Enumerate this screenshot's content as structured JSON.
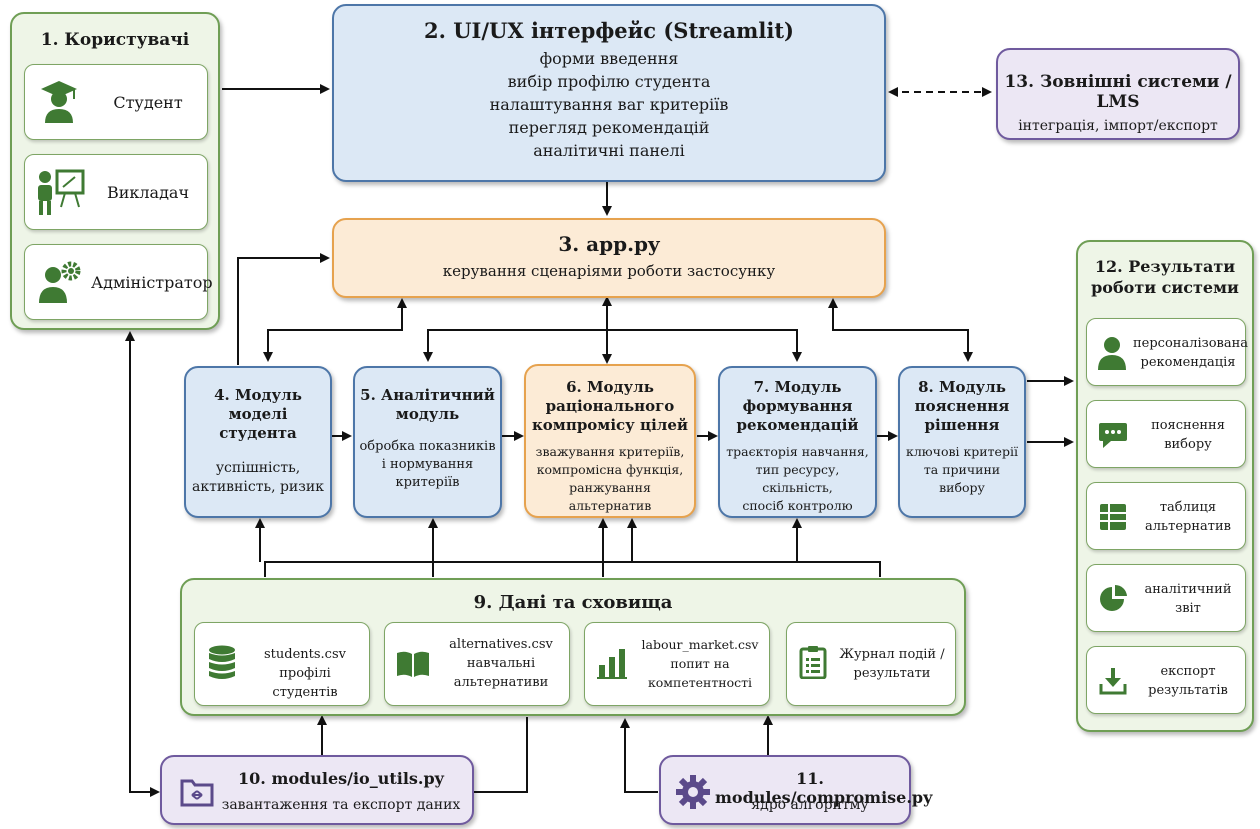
{
  "colors": {
    "green_fill": "#eef5e7",
    "green_border": "#6f9e55",
    "blue_fill": "#dce8f5",
    "blue_border": "#4d76a8",
    "orange_fill": "#fcebd6",
    "orange_border": "#e6a24e",
    "purple_fill": "#ece7f4",
    "purple_border": "#6f5a9e",
    "icon_green": "#3f7a33",
    "icon_dark": "#4a4a5a",
    "icon_purple": "#5b4a8a"
  },
  "users": {
    "title": "1. Користувачі",
    "items": [
      {
        "label": "Студент",
        "icon": "student-icon"
      },
      {
        "label": "Викладач",
        "icon": "teacher-icon"
      },
      {
        "label": "Адміністратор",
        "icon": "admin-icon"
      }
    ]
  },
  "ui": {
    "title": "2. UI/UX інтерфейс (Streamlit)",
    "lines": [
      "форми введення",
      "вибір профілю студента",
      "налаштування ваг критеріїв",
      "перегляд рекомендацій",
      "аналітичні панелі"
    ]
  },
  "external": {
    "title": "13. Зовнішні системи / LMS",
    "subtitle": "інтеграція, імпорт/експорт"
  },
  "app": {
    "title": "3. app.py",
    "subtitle": "керування сценаріями роботи застосунку"
  },
  "modules": [
    {
      "title_lines": [
        "4. Модуль моделі",
        "студента"
      ],
      "desc_lines": [
        "успішність,",
        "активність, ризик"
      ]
    },
    {
      "title_lines": [
        "5. Аналітичний",
        "модуль"
      ],
      "desc_lines": [
        "обробка показників",
        "і нормування",
        "критеріїв"
      ]
    },
    {
      "title_lines": [
        "6. Модуль",
        "раціонального",
        "компромісу цілей"
      ],
      "desc_lines": [
        "зважування критеріїв,",
        "компромісна функція,",
        "ранжування альтернатив"
      ]
    },
    {
      "title_lines": [
        "7. Модуль",
        "формування",
        "рекомендацій"
      ],
      "desc_lines": [
        "траєкторія навчання,",
        "тип ресурсу, скільність,",
        "спосіб контролю"
      ]
    },
    {
      "title_lines": [
        "8. Модуль",
        "пояснення",
        "рішення"
      ],
      "desc_lines": [
        "ключові критерії",
        "та причини",
        "вибору"
      ]
    }
  ],
  "results": {
    "title_lines": [
      "12. Результати",
      "роботи системи"
    ],
    "items": [
      {
        "lines": [
          "персоналізована",
          "рекомендація"
        ],
        "icon": "person-icon"
      },
      {
        "lines": [
          "пояснення",
          "вибору"
        ],
        "icon": "chat-bubble-icon"
      },
      {
        "lines": [
          "таблиця",
          "альтернатив"
        ],
        "icon": "table-icon"
      },
      {
        "lines": [
          "аналітичний",
          "звіт"
        ],
        "icon": "pie-chart-icon"
      },
      {
        "lines": [
          "експорт",
          "результатів"
        ],
        "icon": "download-icon"
      }
    ]
  },
  "data": {
    "title": "9. Дані та сховища",
    "items": [
      {
        "lines": [
          "students.csv",
          "профілі студентів"
        ],
        "icon": "database-icon"
      },
      {
        "lines": [
          "alternatives.csv",
          "навчальні",
          "альтернативи"
        ],
        "icon": "book-icon"
      },
      {
        "lines": [
          "labour_market.csv",
          "попит на",
          "компетентності"
        ],
        "icon": "bar-chart-icon"
      },
      {
        "lines": [
          "Журнал подій /",
          "результати"
        ],
        "icon": "clipboard-icon"
      }
    ]
  },
  "io_utils": {
    "title": "10. modules/io_utils.py",
    "subtitle": "завантаження та експорт даних"
  },
  "compromise": {
    "title": "11. modules/compromise.py",
    "subtitle": "ядро алгоритму"
  }
}
